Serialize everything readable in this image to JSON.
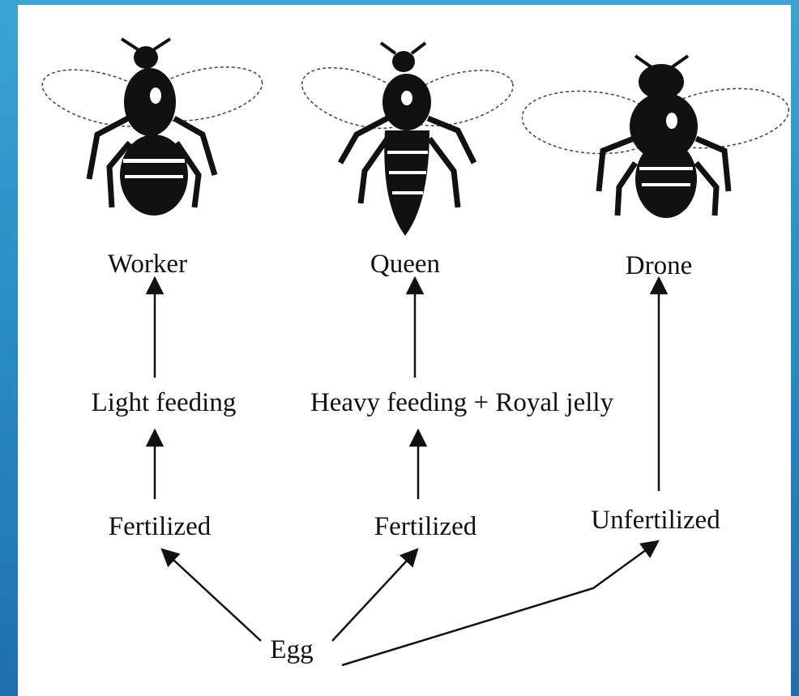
{
  "diagram": {
    "castes": {
      "worker": "Worker",
      "queen": "Queen",
      "drone": "Drone"
    },
    "feeding": {
      "worker": "Light feeding",
      "queen": "Heavy feeding + Royal jelly"
    },
    "egg_state": {
      "worker": "Fertilized",
      "queen": "Fertilized",
      "drone": "Unfertilized"
    },
    "origin": "Egg"
  },
  "colors": {
    "background_top": "#3aa5d3",
    "background_bottom": "#1f6fb0",
    "panel": "#ffffff",
    "ink": "#111111"
  },
  "icons": [
    "worker-bee-icon",
    "queen-bee-icon",
    "drone-bee-icon"
  ]
}
